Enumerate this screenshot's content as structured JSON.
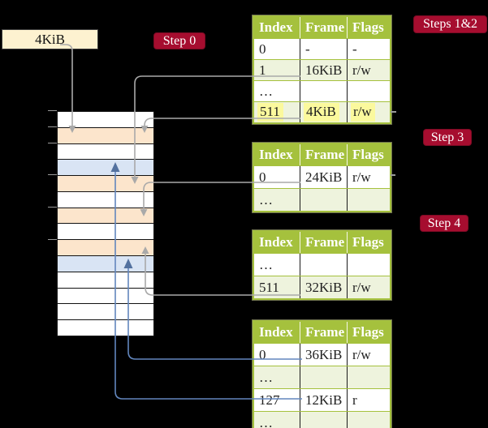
{
  "frame_label": {
    "text": "4KiB"
  },
  "badges": {
    "step0": "Step 0",
    "steps12": "Steps 1&2",
    "step3": "Step 3",
    "step4": "Step 4"
  },
  "memory": {
    "frames": [
      "white",
      "peach",
      "white",
      "blue",
      "peach",
      "white",
      "peach",
      "white",
      "peach",
      "blue",
      "white",
      "white",
      "white",
      "white"
    ]
  },
  "tables": [
    {
      "name": "page-table-1",
      "headers": [
        "Index",
        "Frame",
        "Flags"
      ],
      "rows": [
        {
          "cells": [
            "0",
            "-",
            "-"
          ],
          "highlight": false
        },
        {
          "cells": [
            "1",
            "16KiB",
            "r/w"
          ],
          "highlight": false
        },
        {
          "cells": [
            "…",
            "",
            ""
          ],
          "highlight": false
        },
        {
          "cells": [
            "511",
            "4KiB",
            "r/w"
          ],
          "highlight": true
        }
      ]
    },
    {
      "name": "page-table-2",
      "headers": [
        "Index",
        "Frame",
        "Flags"
      ],
      "rows": [
        {
          "cells": [
            "0",
            "24KiB",
            "r/w"
          ],
          "highlight": false
        },
        {
          "cells": [
            "…",
            "",
            ""
          ],
          "highlight": false
        }
      ]
    },
    {
      "name": "page-table-3",
      "headers": [
        "Index",
        "Frame",
        "Flags"
      ],
      "rows": [
        {
          "cells": [
            "…",
            "",
            ""
          ],
          "highlight": false
        },
        {
          "cells": [
            "511",
            "32KiB",
            "r/w"
          ],
          "highlight": false
        }
      ]
    },
    {
      "name": "page-table-4",
      "headers": [
        "Index",
        "Frame",
        "Flags"
      ],
      "rows": [
        {
          "cells": [
            "0",
            "36KiB",
            "r/w"
          ],
          "highlight": false
        },
        {
          "cells": [
            "…",
            "",
            ""
          ],
          "highlight": false
        },
        {
          "cells": [
            "127",
            "12KiB",
            "r"
          ],
          "highlight": false
        },
        {
          "cells": [
            "…",
            "",
            ""
          ],
          "highlight": false
        }
      ]
    }
  ],
  "colors": {
    "background": "#000000",
    "badge_red": "#a60d2f",
    "badge_border": "#7c0b24",
    "table_header_green": "#a5c13d",
    "table_row_light_green": "#eef3dd",
    "table_row_white": "#ffffff",
    "highlight_yellow": "#fbf99d",
    "frame_peach": "#fce5cc",
    "frame_blue": "#d9e4f4",
    "frame_box_cream": "#fdf2d0",
    "wire_gray": "#a9a9a9",
    "wire_blue": "#6286bd"
  }
}
